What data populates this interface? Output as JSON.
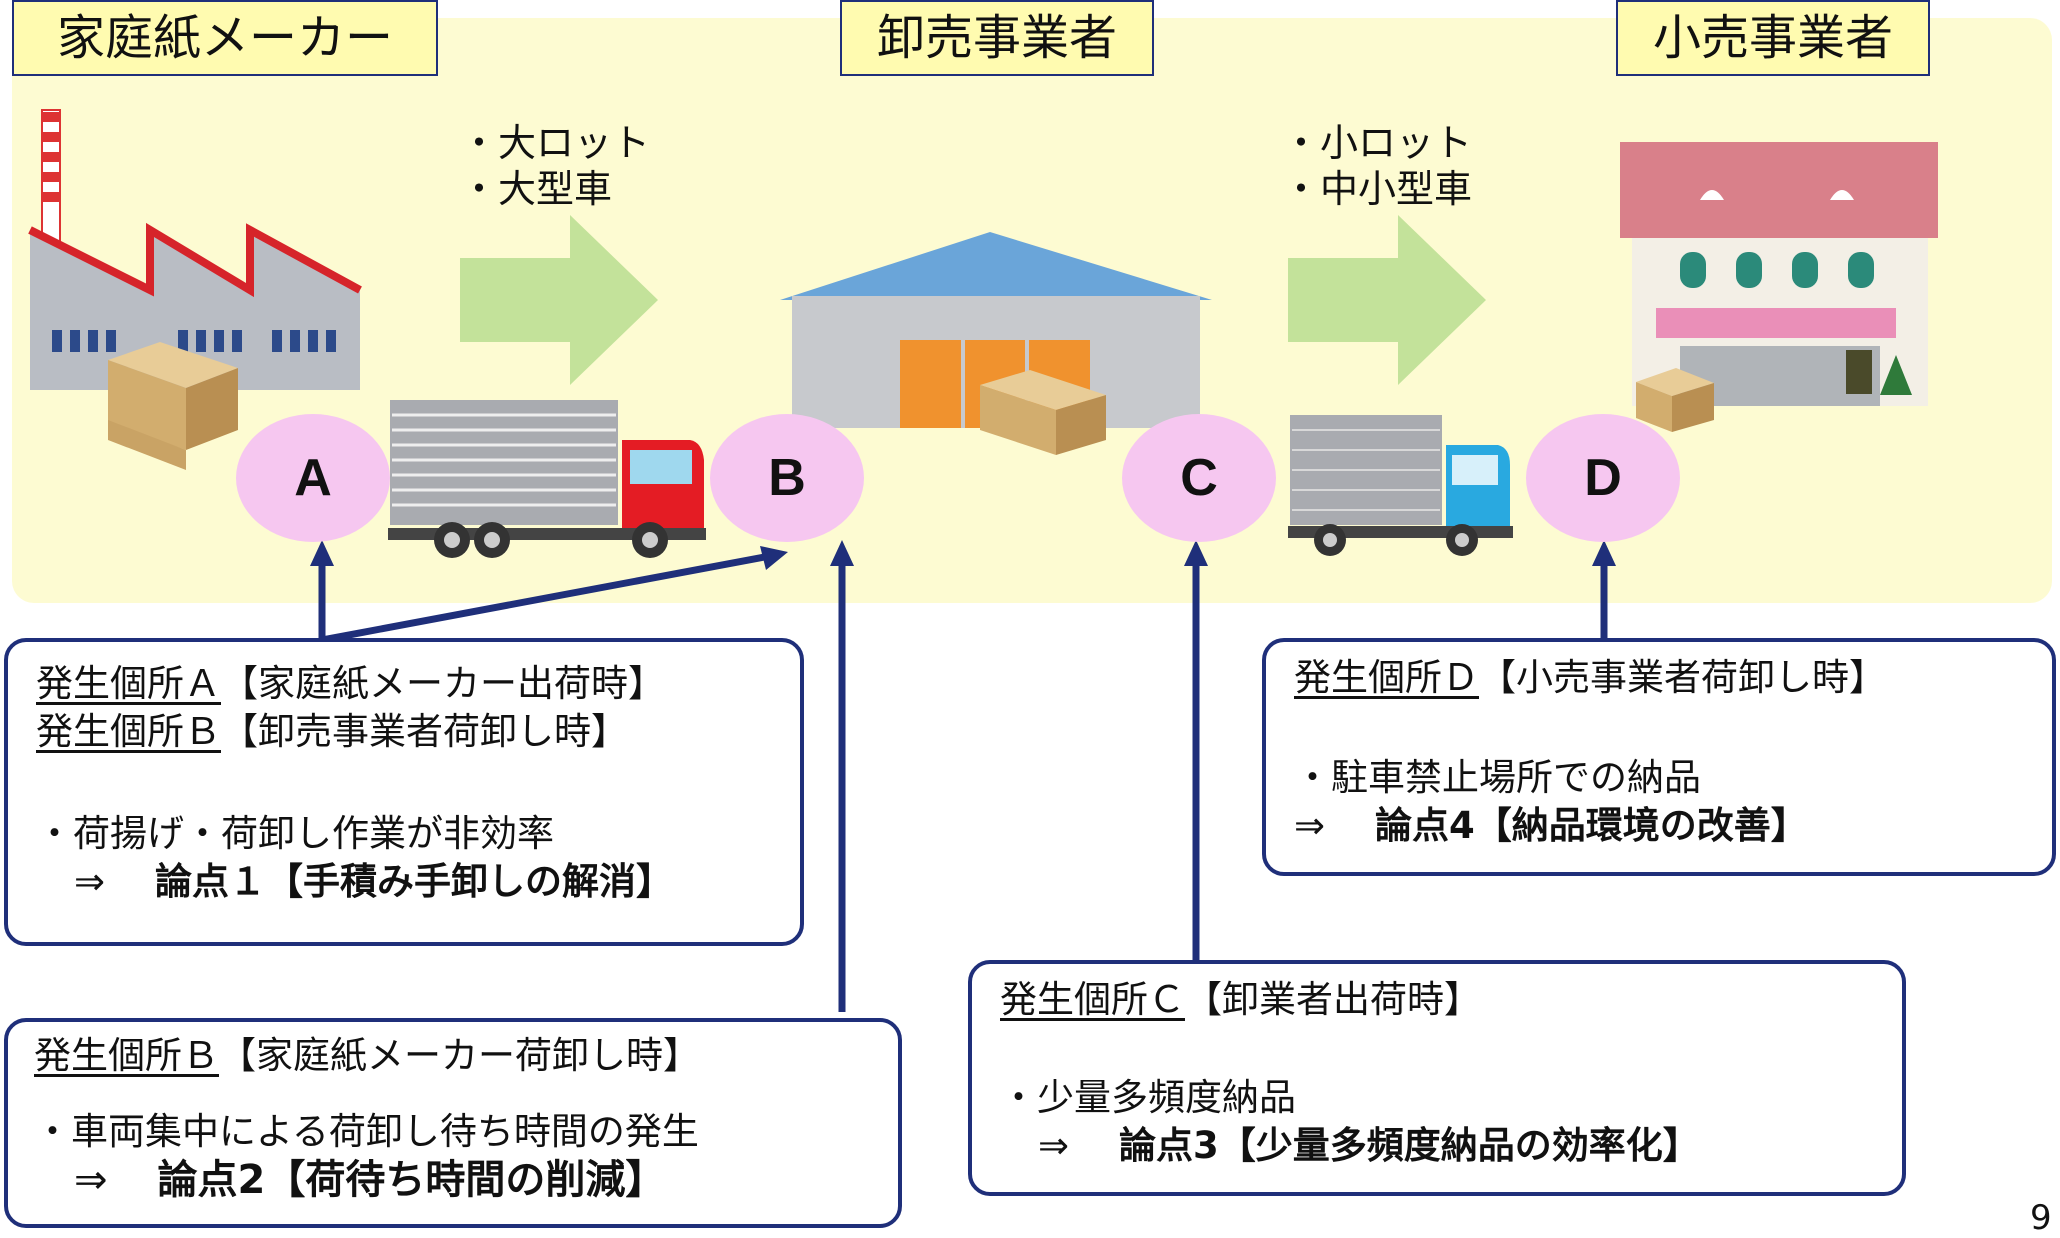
{
  "stages": {
    "maker": "家庭紙メーカー",
    "wholesaler": "卸売事業者",
    "retailer": "小売事業者"
  },
  "transport": {
    "left": [
      "・大ロット",
      "・大型車"
    ],
    "right": [
      "・小ロット",
      "・中小型車"
    ]
  },
  "points": {
    "a": "A",
    "b": "B",
    "c": "C",
    "d": "D"
  },
  "box1": {
    "line1_head": "発生個所Ａ",
    "line1_tail": "【家庭紙メーカー出荷時】",
    "line2_head": "発生個所Ｂ",
    "line2_tail": "【卸売事業者荷卸し時】",
    "bullet": "・荷揚げ・荷卸し作業が非効率",
    "arrow": "⇒",
    "issue": "論点１【手積み手卸しの解消】"
  },
  "box2": {
    "head": "発生個所Ｂ",
    "tail": "【家庭紙メーカー荷卸し時】",
    "bullet": "・車両集中による荷卸し待ち時間の発生",
    "arrow": "⇒",
    "issue": "論点2【荷待ち時間の削減】"
  },
  "box3": {
    "head": "発生個所Ｃ",
    "tail": "【卸業者出荷時】",
    "bullet": "・少量多頻度納品",
    "arrow": "⇒",
    "issue": "論点3【少量多頻度納品の効率化】"
  },
  "box4": {
    "head": "発生個所Ｄ",
    "tail": "【小売事業者荷卸し時】",
    "bullet": "・駐車禁止場所での納品",
    "arrow": "⇒",
    "issue": "論点4【納品環境の改善】"
  },
  "page_number": "9",
  "colors": {
    "navy": "#1f2f7a",
    "band": "#fdfbd2",
    "header": "#fffbb0",
    "circle": "#f6c7f0",
    "arrow": "#c3e29a"
  }
}
